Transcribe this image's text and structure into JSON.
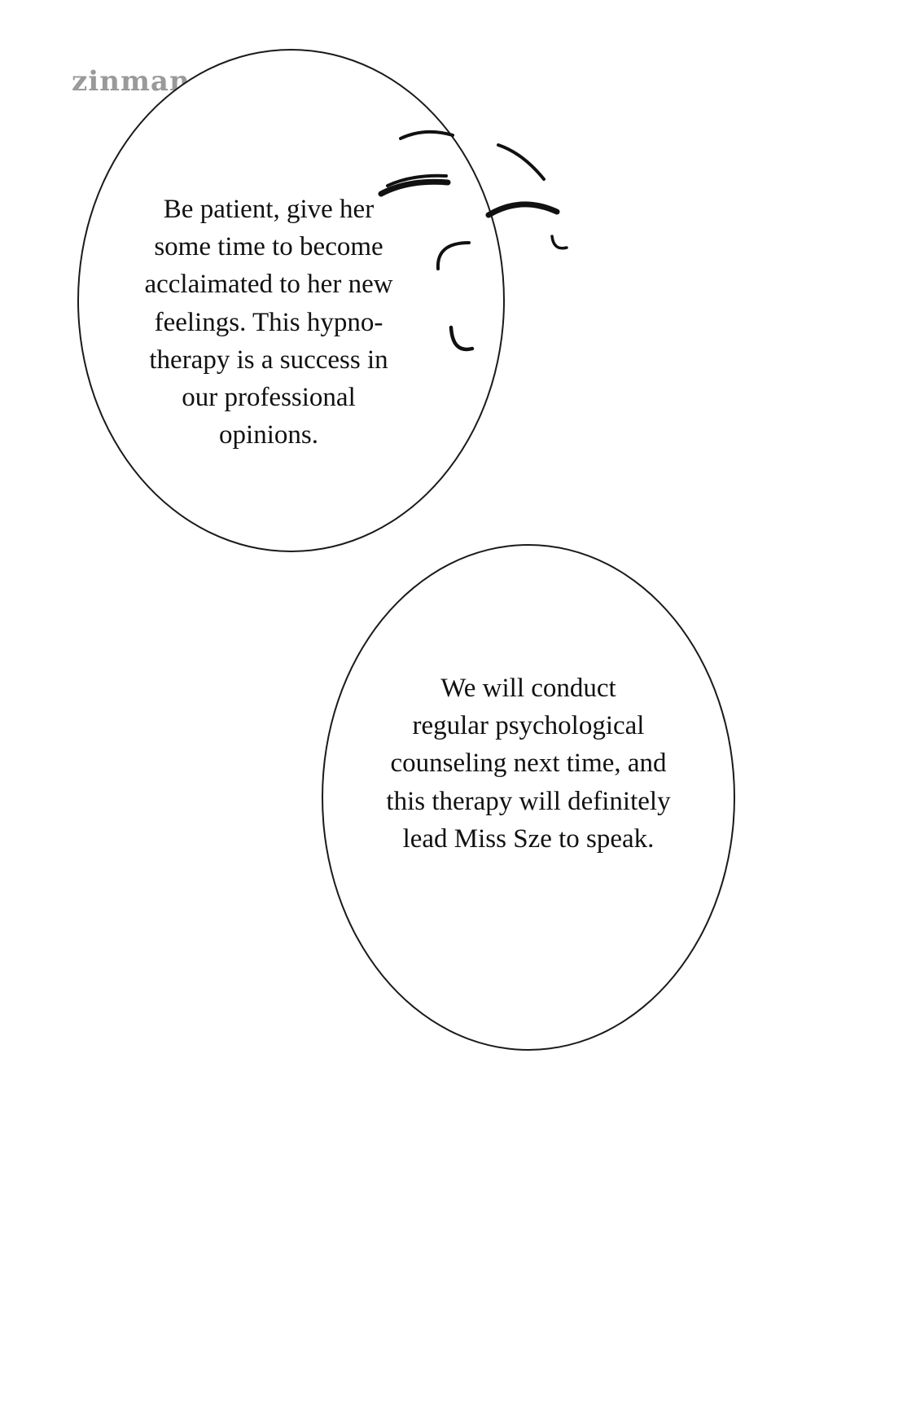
{
  "page": {
    "watermark": "zinmanga.com",
    "background_color": "#ffffff",
    "ink_color": "#1a1a1a",
    "watermark_color": "#9a9a9a"
  },
  "bubbles": [
    {
      "speaker": "unseen-doctor",
      "text": "Be patient, give her\nsome time to become\nacclaimated to her new\nfeelings. This hypno-\ntherapy is a success in\nour professional\nopinions."
    },
    {
      "speaker": "unseen-doctor",
      "text": "We will conduct\nregular psychological\ncounseling next time, and\nthis therapy will definitely\nlead Miss Sze to speak."
    }
  ],
  "sketch": {
    "name": "face-doodle",
    "parts": [
      "left-eyebrow",
      "right-eyebrow",
      "left-closed-eye",
      "right-closed-eye",
      "nose-curve",
      "small-u-mark",
      "large-u-mark"
    ]
  }
}
